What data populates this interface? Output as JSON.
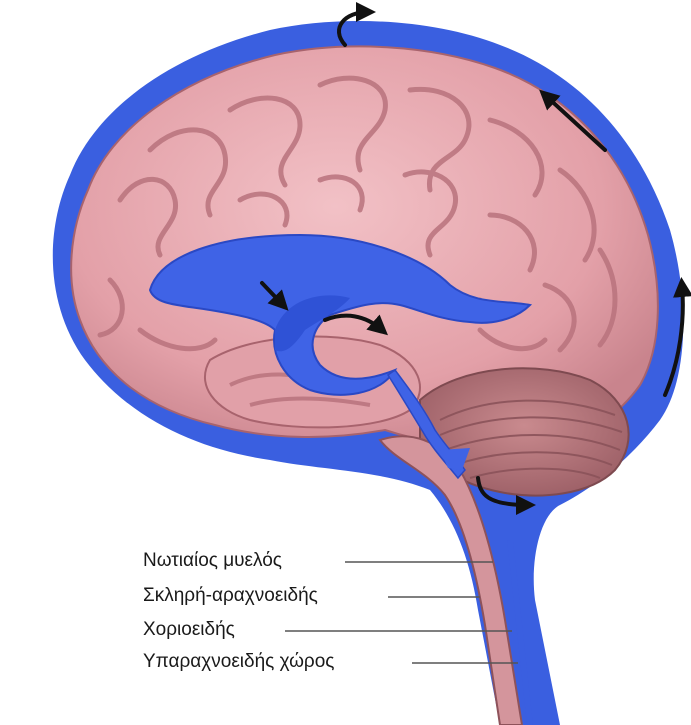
{
  "labels": {
    "spinal_cord": "Νωτιαίος μυελός",
    "dura_arachnoid": "Σκληρή-αραχνοειδής",
    "choroid": "Χοριοειδής",
    "subarachnoid_space": "Υπαραχνοειδής χώρος"
  },
  "colors": {
    "csf_blue": "#3a5fe0",
    "csf_blue_light": "#5b7cf0",
    "brain_pink": "#e6a7ae",
    "brain_pink_dark": "#b9737d",
    "cerebellum": "#b77c80",
    "arrow": "#111111",
    "leader_line": "#555555"
  }
}
